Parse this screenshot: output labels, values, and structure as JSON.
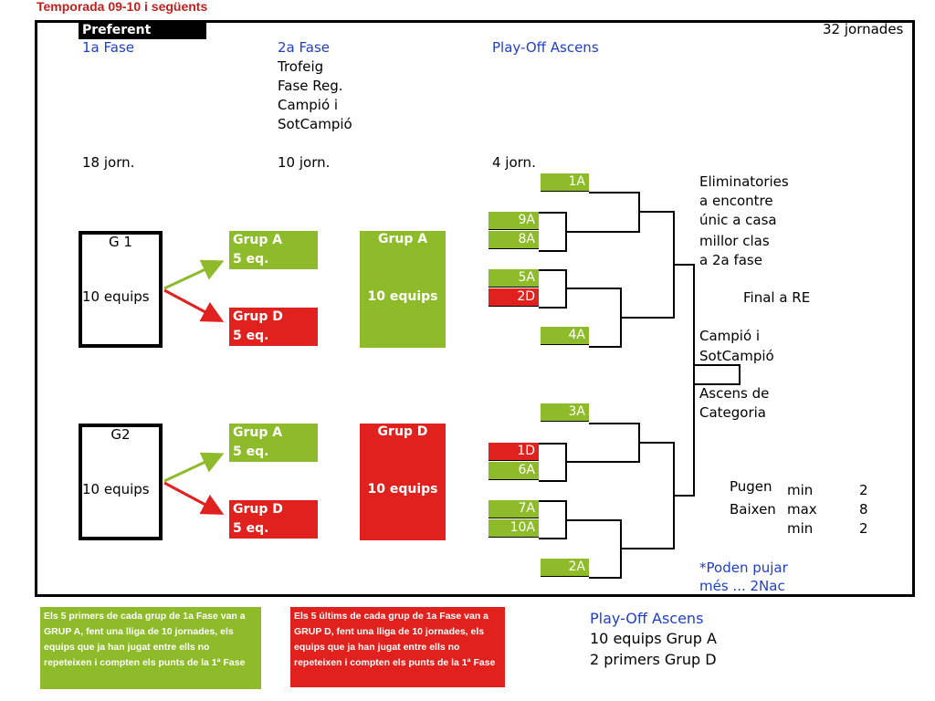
{
  "header": {
    "title": "Temporada 09-10 i següents",
    "division": "Preferent",
    "total": "32 jornades"
  },
  "phases": {
    "phase1": {
      "label": "1a Fase",
      "jornades": "18 jorn."
    },
    "phase2": {
      "label": "2a Fase",
      "desc": [
        "Trofeig",
        "Fase Reg.",
        "Campió i",
        "SotCampió"
      ],
      "jornades": "10 jorn."
    },
    "playoff": {
      "label": "Play-Off Ascens",
      "jornades": "4 jorn."
    }
  },
  "groups": {
    "g1": {
      "name": "G 1",
      "count": "10 equips"
    },
    "g2": {
      "name": "G2",
      "count": "10 equips"
    }
  },
  "split": {
    "a_top": {
      "name": "Grup A",
      "size": "5 eq."
    },
    "d_top": {
      "name": "Grup D",
      "size": "5 eq."
    },
    "a_bot": {
      "name": "Grup A",
      "size": "5 eq."
    },
    "d_bot": {
      "name": "Grup D",
      "size": "5 eq."
    }
  },
  "merged": {
    "a": {
      "name": "Grup A",
      "count": "10 equips"
    },
    "d": {
      "name": "Grup D",
      "count": "10 equips"
    }
  },
  "seeds": [
    "1A",
    "9A",
    "8A",
    "5A",
    "2D",
    "4A",
    "3A",
    "1D",
    "6A",
    "7A",
    "10A",
    "2A"
  ],
  "right": {
    "elim": [
      "Eliminatories",
      "a encontre",
      "únic a casa",
      "millor clas",
      "a 2a fase"
    ],
    "final": "Final a RE",
    "champ": [
      "Campió i",
      "SotCampió"
    ],
    "ascens": [
      "Ascens de",
      "Categoria"
    ],
    "pugen": "Pugen",
    "baixen": "Baixen",
    "min1": "min",
    "val1": "2",
    "max": "max",
    "val2": "8",
    "min2": "min",
    "val3": "2",
    "note": [
      "*Poden pujar",
      "més ... 2Nac"
    ]
  },
  "footer": {
    "green_note": "Els 5 primers de cada grup de 1a Fase van a GRUP A, fent una lliga de 10 jornades, els equips que ja han jugat entre ells no repeteixen i compten els punts de la 1ª Fase",
    "red_note": "Els 5 últims de cada grup de 1a Fase van a GRUP D, fent una lliga de 10 jornades, els equips que ja han jugat entre ells no repeteixen i compten els punts de la 1ª Fase",
    "summary": [
      "Play-Off Ascens",
      "10 equips Grup A",
      "2 primers Grup D"
    ]
  },
  "colors": {
    "green": "#8dbb2a",
    "red": "#e0211d",
    "blue": "#1f3fc6",
    "title_red": "#c0211d"
  }
}
